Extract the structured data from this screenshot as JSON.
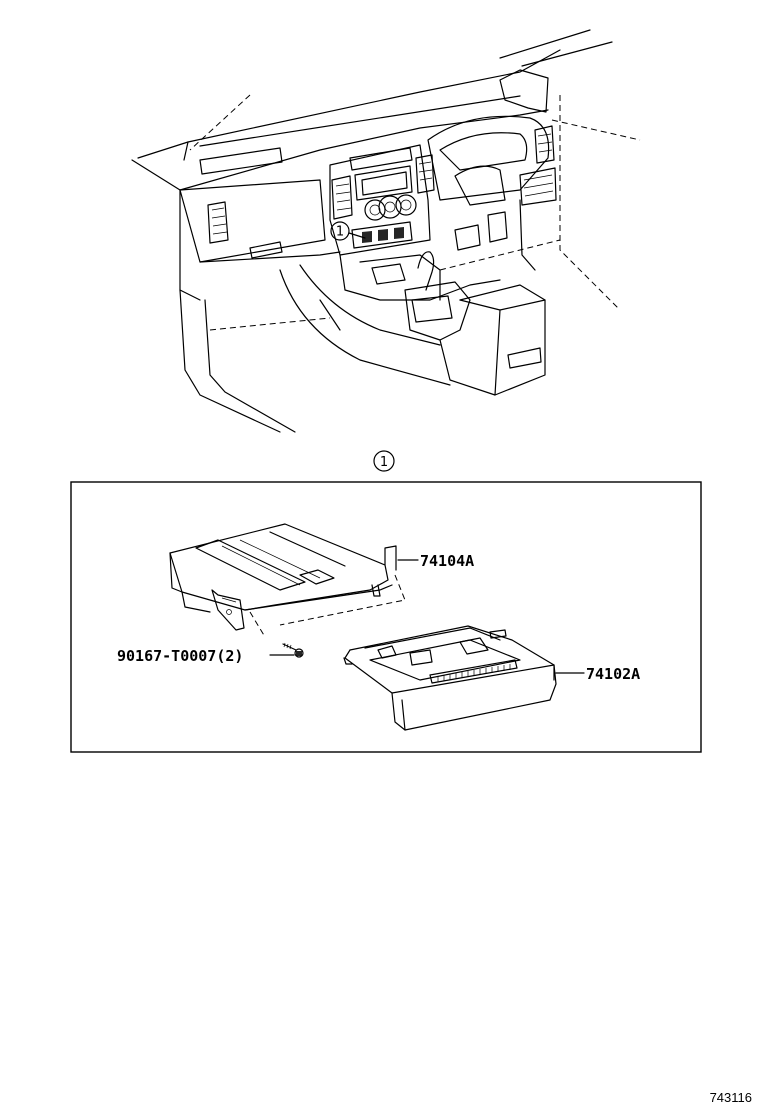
{
  "diagram": {
    "callout_number": "1",
    "parts": [
      {
        "id": "bracket",
        "label": "74104A"
      },
      {
        "id": "screw",
        "label": "90167-T0007(2)"
      },
      {
        "id": "box",
        "label": "74102A"
      }
    ],
    "figure_number": "743116"
  },
  "colors": {
    "line": "#000000",
    "background": "#ffffff"
  }
}
